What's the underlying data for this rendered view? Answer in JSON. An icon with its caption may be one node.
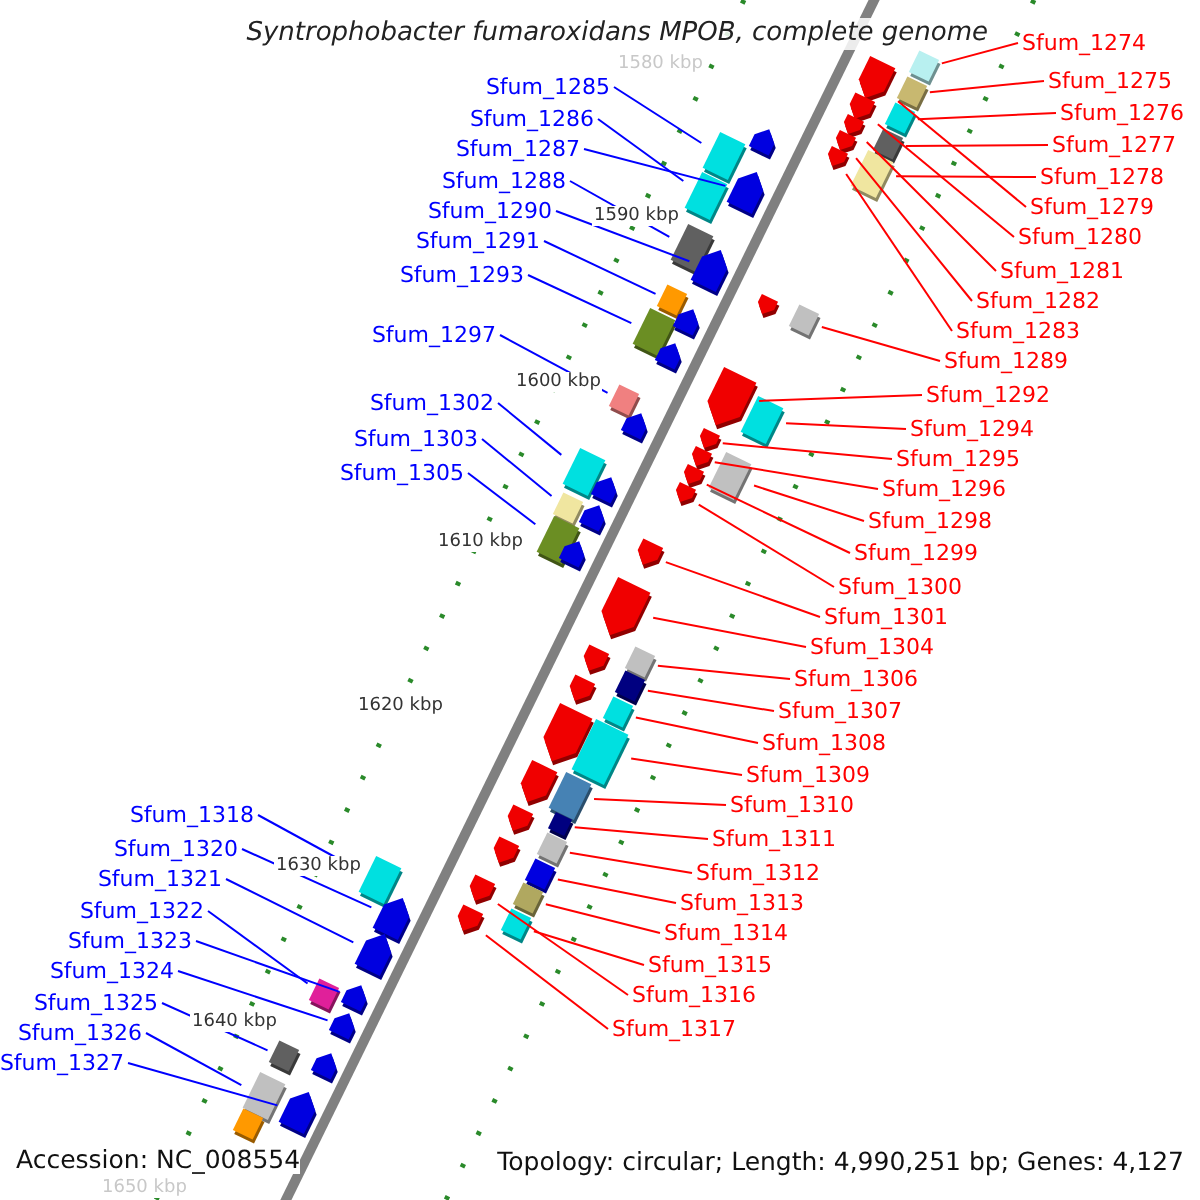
{
  "diagram": {
    "title": "Syntrophobacter fumaroxidans MPOB, complete genome",
    "nodes": [
      {
        "text": [
          "Sfum_1274"
        ]
      },
      {
        "text": [],
        "shape": "box"
      },
      {
        "text": [
          "Sfum_1275"
        ]
      },
      {
        "text": [],
        "shape": "box"
      },
      {
        "text": [
          "Sfum_1276"
        ]
      },
      {
        "text": [],
        "shape": "box"
      },
      {
        "text": [
          "Sfum_1277"
        ]
      },
      {
        "text": [],
        "shape": "box"
      },
      {
        "text": [
          "Sfum_1278"
        ]
      },
      {
        "text": [],
        "shape": "box"
      },
      {
        "text": [
          "Sfum_1279"
        ]
      },
      {
        "text": [],
        "shape": "pentagon"
      },
      {
        "text": [
          "Sfum_1280"
        ]
      },
      {
        "text": [],
        "shape": "pentagon"
      },
      {
        "text": [
          "Sfum_1281"
        ]
      },
      {
        "text": [],
        "shape": "pentagon"
      },
      {
        "text": [
          "Sfum_1282"
        ]
      },
      {
        "text": [],
        "shape": "pentagon"
      },
      {
        "text": [
          "Sfum_1283"
        ]
      },
      {
        "text": [],
        "shape": "pentagon"
      },
      {
        "text": [
          "Sfum_1285"
        ]
      },
      {
        "text": [],
        "shape": "box"
      },
      {
        "text": [
          "Sfum_1286"
        ]
      },
      {
        "text": [],
        "shape": "box"
      },
      {
        "text": [
          "Sfum_1287"
        ]
      },
      {
        "text": [],
        "shape": "pentagon"
      },
      {
        "text": [
          "Sfum_1288"
        ]
      },
      {
        "text": [],
        "shape": "box"
      },
      {
        "text": [
          "Sfum_1289"
        ]
      },
      {
        "text": [],
        "shape": "box"
      },
      {
        "text": [
          "Sfum_1290"
        ]
      },
      {
        "text": [],
        "shape": "pentagon"
      },
      {
        "text": [
          "Sfum_1291"
        ]
      },
      {
        "text": [],
        "shape": "box"
      },
      {
        "text": [
          "Sfum_1292"
        ]
      },
      {
        "text": [],
        "shape": "pentagon"
      },
      {
        "text": [
          "Sfum_1293"
        ]
      },
      {
        "text": [],
        "shape": "box"
      },
      {
        "text": [
          "Sfum_1294"
        ]
      },
      {
        "text": [],
        "shape": "box"
      },
      {
        "text": [
          "Sfum_1295"
        ]
      },
      {
        "text": [],
        "shape": "pentagon"
      },
      {
        "text": [
          "Sfum_1296"
        ]
      },
      {
        "text": [],
        "shape": "pentagon"
      },
      {
        "text": [
          "Sfum_1297"
        ]
      },
      {
        "text": [],
        "shape": "box"
      },
      {
        "text": [
          "Sfum_1298"
        ]
      },
      {
        "text": [],
        "shape": "box"
      },
      {
        "text": [
          "Sfum_1299"
        ]
      },
      {
        "text": [],
        "shape": "pentagon"
      },
      {
        "text": [
          "Sfum_1300"
        ]
      },
      {
        "text": [],
        "shape": "pentagon"
      },
      {
        "text": [
          "Sfum_1301"
        ]
      },
      {
        "text": [],
        "shape": "pentagon"
      },
      {
        "text": [
          "Sfum_1302"
        ]
      },
      {
        "text": [],
        "shape": "box"
      },
      {
        "text": [
          "Sfum_1303"
        ]
      },
      {
        "text": [],
        "shape": "box"
      },
      {
        "text": [
          "Sfum_1304"
        ]
      },
      {
        "text": [],
        "shape": "pentagon"
      },
      {
        "text": [
          "Sfum_1305"
        ]
      },
      {
        "text": [],
        "shape": "box"
      },
      {
        "text": [
          "Sfum_1306"
        ]
      },
      {
        "text": [],
        "shape": "box"
      },
      {
        "text": [
          "Sfum_1307"
        ]
      },
      {
        "text": [],
        "shape": "box"
      },
      {
        "text": [
          "Sfum_1308"
        ]
      },
      {
        "text": [],
        "shape": "box"
      },
      {
        "text": [
          "Sfum_1309"
        ]
      },
      {
        "text": [],
        "shape": "box"
      },
      {
        "text": [
          "Sfum_1310"
        ]
      },
      {
        "text": [],
        "shape": "box"
      },
      {
        "text": [
          "Sfum_1311"
        ]
      },
      {
        "text": [],
        "shape": "box"
      },
      {
        "text": [
          "Sfum_1312"
        ]
      },
      {
        "text": [],
        "shape": "box"
      },
      {
        "text": [
          "Sfum_1313"
        ]
      },
      {
        "text": [],
        "shape": "box"
      },
      {
        "text": [
          "Sfum_1314"
        ]
      },
      {
        "text": [],
        "shape": "box"
      },
      {
        "text": [
          "Sfum_1315"
        ]
      },
      {
        "text": [],
        "shape": "box"
      },
      {
        "text": [
          "Sfum_1316"
        ]
      },
      {
        "text": [],
        "shape": "pentagon"
      },
      {
        "text": [
          "Sfum_1317"
        ]
      },
      {
        "text": [],
        "shape": "pentagon"
      },
      {
        "text": [
          "Sfum_1318"
        ]
      },
      {
        "text": [],
        "shape": "box"
      },
      {
        "text": [
          "Sfum_1320"
        ]
      },
      {
        "text": [],
        "shape": "pentagon"
      },
      {
        "text": [
          "Sfum_1321"
        ]
      },
      {
        "text": [],
        "shape": "pentagon"
      },
      {
        "text": [
          "Sfum_1322"
        ]
      },
      {
        "text": [],
        "shape": "box"
      },
      {
        "text": [
          "Sfum_1323"
        ]
      },
      {
        "text": [],
        "shape": "pentagon"
      },
      {
        "text": [
          "Sfum_1324"
        ]
      },
      {
        "text": [],
        "shape": "pentagon"
      },
      {
        "text": [
          "Sfum_1325"
        ]
      },
      {
        "text": [],
        "shape": "box"
      },
      {
        "text": [
          "Sfum_1326"
        ]
      },
      {
        "text": [],
        "shape": "box"
      },
      {
        "text": [
          "Sfum_1327"
        ]
      },
      {
        "text": [],
        "shape": "pentagon"
      },
      {
        "text": [],
        "shape": "pentagon"
      },
      {
        "text": [],
        "shape": "pentagon"
      },
      {
        "text": [],
        "shape": "pentagon"
      },
      {
        "text": [],
        "shape": "pentagon"
      },
      {
        "text": [],
        "shape": "pentagon"
      },
      {
        "text": [],
        "shape": "pentagon"
      },
      {
        "text": [],
        "shape": "pentagon"
      },
      {
        "text": [],
        "shape": "pentagon"
      },
      {
        "text": [],
        "shape": "pentagon"
      },
      {
        "text": [],
        "shape": "pentagon"
      },
      {
        "text": [],
        "shape": "pentagon"
      },
      {
        "text": [],
        "shape": "pentagon"
      },
      {
        "text": [],
        "shape": "pentagon"
      },
      {
        "text": [],
        "shape": "pentagon"
      },
      {
        "text": [],
        "shape": "pentagon"
      },
      {
        "text": [],
        "shape": "box"
      }
    ],
    "edges": [
      {
        "from": 0,
        "to": 1,
        "arrow": "none"
      },
      {
        "from": 2,
        "to": 3,
        "arrow": "none"
      },
      {
        "from": 4,
        "to": 5,
        "arrow": "none"
      },
      {
        "from": 6,
        "to": 7,
        "arrow": "none"
      },
      {
        "from": 8,
        "to": 9,
        "arrow": "none"
      },
      {
        "from": 10,
        "to": 11,
        "arrow": "none"
      },
      {
        "from": 12,
        "to": 13,
        "arrow": "none"
      },
      {
        "from": 14,
        "to": 15,
        "arrow": "none"
      },
      {
        "from": 16,
        "to": 17,
        "arrow": "none"
      },
      {
        "from": 18,
        "to": 19,
        "arrow": "none"
      },
      {
        "from": 20,
        "to": 21,
        "arrow": "none",
        "color": "#0000ff"
      },
      {
        "from": 22,
        "to": 23,
        "arrow": "none",
        "color": "#0000ff"
      },
      {
        "from": 24,
        "to": 25,
        "arrow": "none",
        "color": "#0000ff"
      },
      {
        "from": 26,
        "to": 27,
        "arrow": "none",
        "color": "#0000ff"
      },
      {
        "from": 28,
        "to": 29,
        "arrow": "none"
      },
      {
        "from": 30,
        "to": 31,
        "arrow": "none",
        "color": "#0000ff"
      },
      {
        "from": 32,
        "to": 33,
        "arrow": "none",
        "color": "#0000ff"
      },
      {
        "from": 34,
        "to": 35,
        "arrow": "none"
      },
      {
        "from": 36,
        "to": 37,
        "arrow": "none",
        "color": "#0000ff"
      },
      {
        "from": 38,
        "to": 39,
        "arrow": "none"
      },
      {
        "from": 40,
        "to": 41,
        "arrow": "none"
      },
      {
        "from": 42,
        "to": 43,
        "arrow": "none"
      },
      {
        "from": 44,
        "to": 45,
        "arrow": "none",
        "color": "#0000ff"
      },
      {
        "from": 46,
        "to": 47,
        "arrow": "none"
      },
      {
        "from": 48,
        "to": 49,
        "arrow": "none"
      },
      {
        "from": 50,
        "to": 51,
        "arrow": "none"
      },
      {
        "from": 52,
        "to": 53,
        "arrow": "none"
      },
      {
        "from": 54,
        "to": 55,
        "arrow": "none",
        "color": "#0000ff"
      },
      {
        "from": 56,
        "to": 57,
        "arrow": "none",
        "color": "#0000ff"
      },
      {
        "from": 58,
        "to": 59,
        "arrow": "none"
      },
      {
        "from": 60,
        "to": 61,
        "arrow": "none",
        "color": "#0000ff"
      },
      {
        "from": 62,
        "to": 63,
        "arrow": "none"
      },
      {
        "from": 64,
        "to": 65,
        "arrow": "none"
      },
      {
        "from": 66,
        "to": 67,
        "arrow": "none"
      },
      {
        "from": 68,
        "to": 69,
        "arrow": "none"
      },
      {
        "from": 70,
        "to": 71,
        "arrow": "none"
      },
      {
        "from": 72,
        "to": 73,
        "arrow": "none"
      },
      {
        "from": 74,
        "to": 75,
        "arrow": "none"
      },
      {
        "from": 76,
        "to": 77,
        "arrow": "none"
      },
      {
        "from": 78,
        "to": 79,
        "arrow": "none"
      },
      {
        "from": 80,
        "to": 81,
        "arrow": "none"
      },
      {
        "from": 82,
        "to": 83,
        "arrow": "none"
      },
      {
        "from": 84,
        "to": 85,
        "arrow": "none"
      },
      {
        "from": 86,
        "to": 87,
        "arrow": "none",
        "color": "#0000ff"
      },
      {
        "from": 88,
        "to": 89,
        "arrow": "none",
        "color": "#0000ff"
      },
      {
        "from": 90,
        "to": 91,
        "arrow": "none",
        "color": "#0000ff"
      },
      {
        "from": 92,
        "to": 93,
        "arrow": "none",
        "color": "#0000ff"
      },
      {
        "from": 94,
        "to": 95,
        "arrow": "none",
        "color": "#0000ff"
      },
      {
        "from": 96,
        "to": 97,
        "arrow": "none",
        "color": "#0000ff"
      },
      {
        "from": 98,
        "to": 99,
        "arrow": "none",
        "color": "#0000ff"
      },
      {
        "from": 100,
        "to": 101,
        "arrow": "none",
        "color": "#0000ff"
      },
      {
        "from": 102,
        "to": 103,
        "arrow": "none",
        "color": "#0000ff"
      }
    ],
    "labels": [
      "1580 kbp",
      "1590 kbp",
      "1600 kbp",
      "1610 kbp",
      "1620 kbp",
      "1630 kbp",
      "1640 kbp",
      "1650 kbp",
      "Accession: NC_008554",
      "Topology: circular; Length: 4,990,251 bp; Genes: 4,127"
    ]
  }
}
